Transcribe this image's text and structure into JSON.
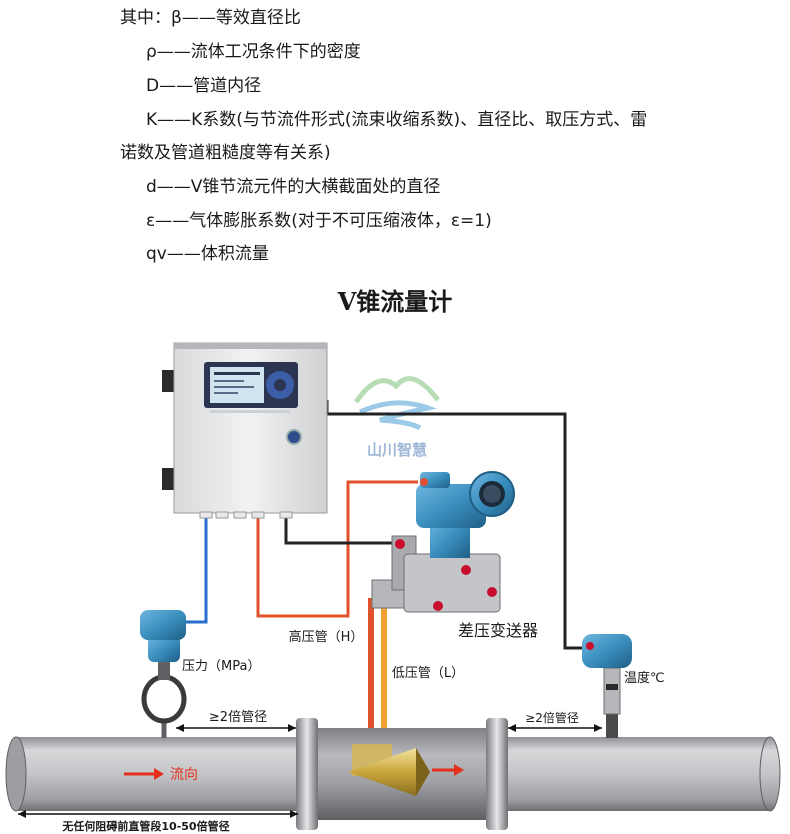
{
  "definitions": [
    "其中：β——等效直径比",
    "ρ——流体工况条件下的密度",
    "D——管道内径",
    "K——K系数(与节流件形式(流束收缩系数)、直径比、取压方式、雷",
    "诺数及管道粗糙度等有关系)",
    "d——V锥节流元件的大横截面处的直径",
    "ε——气体膨胀系数(对于不可压缩液体，ε=1)",
    "qv——体积流量"
  ],
  "title": "V锥流量计",
  "labels": {
    "watermark": "山川智慧",
    "high_pressure": "高压管（H）",
    "low_pressure": "低压管（L）",
    "transmitter": "差压变送器",
    "pressure": "压力（MPa）",
    "temperature": "温度℃",
    "upstream_dist": "≥2倍管径",
    "downstream_dist": "≥2倍管径",
    "flow": "流向",
    "straight_pipe": "无任何阻碍前直管段10-50倍管径"
  },
  "colors": {
    "high_line": "#e0502a",
    "low_line": "#f0a030",
    "signal_line": "#2a6ecc",
    "wire": "#222222",
    "pipe": "#bfc1c4",
    "transmitter": "#3a8fbf"
  }
}
